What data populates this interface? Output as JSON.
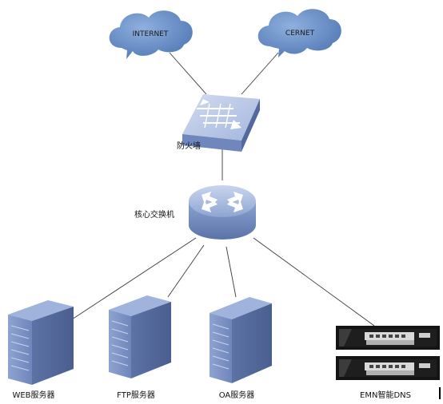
{
  "clouds": [
    {
      "id": "internet",
      "label": "INTERNET"
    },
    {
      "id": "cernet",
      "label": "CERNET"
    }
  ],
  "firewall": {
    "label": "防火墙"
  },
  "core_switch": {
    "label": "核心交换机"
  },
  "servers": [
    {
      "id": "web",
      "label": "WEB服务器"
    },
    {
      "id": "ftp",
      "label": "FTP服务器"
    },
    {
      "id": "oa",
      "label": "OA服务器"
    }
  ],
  "dns": {
    "label": "EMN智能DNS"
  },
  "colors": {
    "cloud": "#5f86c1",
    "device_top": "#b7c7e6",
    "device_body": "#7e9ac9",
    "server_dark": "#667cad",
    "appliance": "#111111"
  }
}
